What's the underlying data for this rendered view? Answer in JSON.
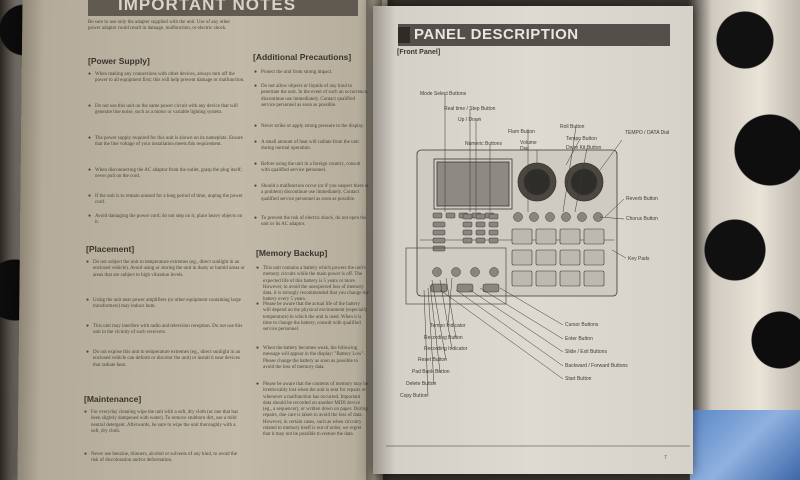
{
  "left_page": {
    "title": "IMPORTANT NOTES",
    "intro": "Be sure to use only the adapter supplied with the unit. Use of any other power adapter could result in damage, malfunction, or electric shock.",
    "sections": [
      {
        "heading": "[Power Supply]",
        "paragraphs": [
          "When making any connections with other devices, always turn off the power to all equipment first; this will help prevent damage or malfunction.",
          "Do not use this unit on the same power circuit with any device that will generate line noise, such as a motor or variable lighting system.",
          "The power supply required for this unit is shown on its nameplate. Ensure that the line voltage of your installation meets this requirement.",
          "When disconnecting the AC adaptor from the outlet, grasp the plug itself; never pull on the cord.",
          "If the unit is to remain unused for a long period of time, unplug the power cord.",
          "Avoid damaging the power cord; do not step on it, place heavy objects on it."
        ]
      },
      {
        "heading": "[Placement]",
        "paragraphs": [
          "Do not subject the unit to temperature extremes (eg., direct sunlight in an enclosed vehicle). Avoid using or storing the unit in dusty or humid areas or areas that are subject to high vibration levels.",
          "Using the unit near power amplifiers (or other equipment containing large transformers) may induce hum.",
          "This unit may interfere with radio and television reception. Do not use this unit in the vicinity of such receivers.",
          "Do not expose this unit to temperature extremes (eg., direct sunlight in an enclosed vehicle can deform or discolor the unit) or install it near devices that radiate heat."
        ]
      },
      {
        "heading": "[Maintenance]",
        "paragraphs": [
          "For everyday cleaning wipe the unit with a soft, dry cloth (or one that has been slightly dampened with water). To remove stubborn dirt, use a mild neutral detergent. Afterwards, be sure to wipe the unit thoroughly with a soft, dry cloth.",
          "Never use benzine, thinners, alcohol or solvents of any kind, to avoid the risk of discoloration and/or deformation."
        ]
      },
      {
        "heading": "[Additional Precautions]",
        "paragraphs": [
          "Protect the unit from strong impact.",
          "Do not allow objects or liquids of any kind to penetrate the unit. In the event of such an occurrence, discontinue use immediately. Contact qualified service personnel as soon as possible.",
          "Never strike or apply strong pressure to the display.",
          "A small amount of heat will radiate from the unit during normal operation.",
          "Before using the unit in a foreign country, consult with qualified service personnel.",
          "Should a malfunction occur (or if you suspect there is a problem) discontinue use immediately. Contact qualified service personnel as soon as possible.",
          "To prevent the risk of electric shock, do not open the unit or its AC adaptor."
        ]
      },
      {
        "heading": "[Memory Backup]",
        "paragraphs": [
          "This unit contains a battery which powers the unit's memory circuits while the main power is off. The expected life of this battery is 5 years or more. However, to avoid the unexpected loss of memory data, it is strongly recommended that you change the battery every 5 years.",
          "Please be aware that the actual life of the battery will depend on the physical environment (especially temperature) in which the unit is used. When it is time to change the battery, consult with qualified service personnel.",
          "When the battery becomes weak, the following message will appear in the display: \"Battery Low\". Please change the battery as soon as possible to avoid the loss of memory data.",
          "Please be aware that the contents of memory may be irretrievably lost when the unit is sent for repairs or whenever a malfunction has occurred. Important data should be recorded on another MIDI device (eg., a sequencer), or written down on paper. During repairs, due care is taken to avoid the loss of data. However, in certain cases, such as when circuitry related to memory itself is out of order, we regret that it may not be possible to restore the data."
        ]
      }
    ]
  },
  "right_page": {
    "title": "PANEL DESCRIPTION",
    "subtitle": "[Front Panel]",
    "page_number": "7",
    "labels_top": [
      "Mode Select Buttons",
      "Real time / Step Button",
      "Up / Down",
      "Numeric Buttons",
      "Volume Dial",
      "Flam Button",
      "Roll Button",
      "Tempo Button",
      "Drum Kit Button",
      "TEMPO / DATA Dial"
    ],
    "labels_right": [
      "Reverb Button",
      "Chorus Button",
      "Key Pads"
    ],
    "labels_bottom": [
      "Cursor Buttons",
      "Enter Button",
      "Slide / Exit Buttons",
      "Backward / Forward Buttons",
      "Start Button",
      "Tempo Indicator",
      "Recording Button",
      "Recording Indicator",
      "Reset Button",
      "Pad Bank Button",
      "Delete Button",
      "Copy Button"
    ]
  },
  "colors": {
    "left_page": "#c2b9a8",
    "right_page": "#dedad2",
    "title_bar": "#53504b",
    "text": "#3e3b36",
    "tile_blue": "#5b86c7"
  }
}
